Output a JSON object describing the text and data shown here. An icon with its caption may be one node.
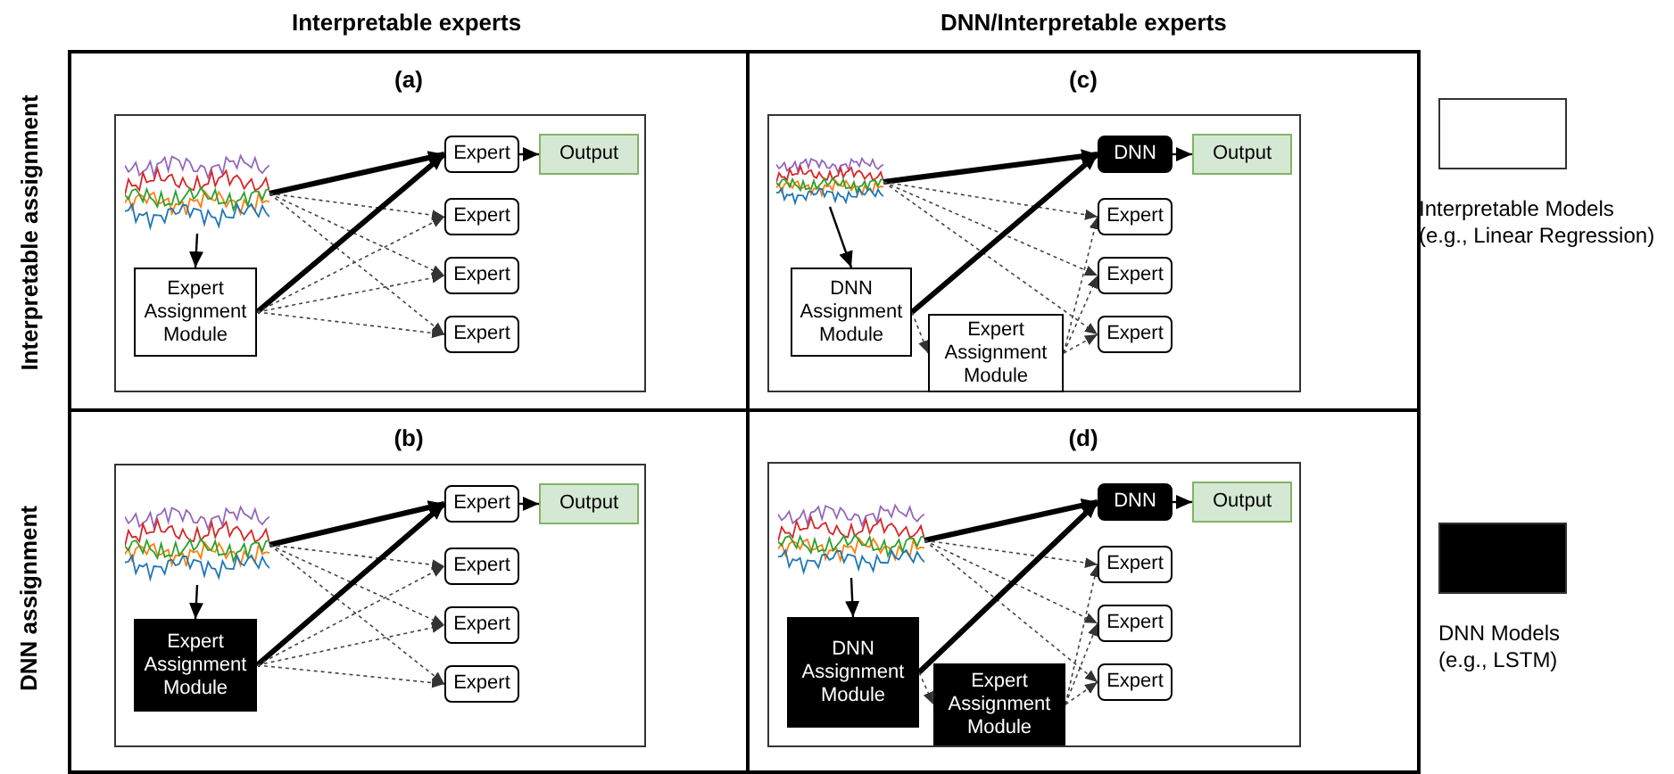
{
  "diagram": {
    "nodes": [
      {
        "text": [
          "(a)"
        ]
      },
      {
        "text": [],
        "shape": "box",
        "in": 0
      },
      {
        "text": [],
        "shape": "picture",
        "in": 1
      },
      {
        "text": [
          "Expert"
        ],
        "in": 1
      },
      {
        "text": [
          "Output"
        ],
        "in": 1
      },
      {
        "text": [
          "Expert"
        ],
        "in": 1
      },
      {
        "text": [
          "Expert"
        ],
        "in": 1
      },
      {
        "text": [
          "Expert"
        ],
        "in": 1
      },
      {
        "text": [
          "Expert Assignment Module"
        ],
        "in": 1
      },
      {
        "text": [
          "(c)"
        ]
      },
      {
        "text": [],
        "shape": "box",
        "in": 9
      },
      {
        "text": [],
        "shape": "picture",
        "in": 10
      },
      {
        "text": [
          "DNN"
        ],
        "in": 10
      },
      {
        "text": [
          "Output"
        ],
        "in": 10
      },
      {
        "text": [
          "Expert"
        ],
        "in": 10
      },
      {
        "text": [
          "Expert"
        ],
        "in": 10
      },
      {
        "text": [
          "Expert"
        ],
        "in": 10
      },
      {
        "text": [
          "DNN Assignment Module"
        ],
        "in": 10
      },
      {
        "text": [
          "Expert Assignment Module"
        ],
        "in": 10
      },
      {
        "text": [
          "(b)"
        ]
      },
      {
        "text": [],
        "shape": "box",
        "in": 19
      },
      {
        "text": [],
        "shape": "picture",
        "in": 20
      },
      {
        "text": [
          "Expert"
        ],
        "in": 20
      },
      {
        "text": [
          "Output"
        ],
        "in": 20
      },
      {
        "text": [
          "Expert"
        ],
        "in": 20
      },
      {
        "text": [
          "Expert"
        ],
        "in": 20
      },
      {
        "text": [
          "Expert"
        ],
        "in": 20
      },
      {
        "text": [
          "Expert Assignment Module"
        ],
        "in": 20
      },
      {
        "text": [
          "(d)"
        ]
      },
      {
        "text": [],
        "shape": "box",
        "in": 28
      },
      {
        "text": [],
        "shape": "picture",
        "in": 29
      },
      {
        "text": [
          "DNN"
        ],
        "in": 29
      },
      {
        "text": [
          "Output"
        ],
        "in": 29
      },
      {
        "text": [
          "Expert"
        ],
        "in": 29
      },
      {
        "text": [
          "Expert"
        ],
        "in": 29
      },
      {
        "text": [
          "Expert"
        ],
        "in": 29
      },
      {
        "text": [
          "DNN Assignment Module"
        ],
        "in": 29
      },
      {
        "text": [
          "Expert Assignment Module"
        ],
        "in": 29
      }
    ],
    "edges": [
      {
        "from": 2,
        "to": 8,
        "arrow": "to"
      },
      {
        "from": 2,
        "to": 3,
        "arrow": "to",
        "style": "thick"
      },
      {
        "from": 2,
        "to": 5,
        "arrow": "to",
        "style": "dashed"
      },
      {
        "from": 2,
        "to": 6,
        "arrow": "to",
        "style": "dashed"
      },
      {
        "from": 2,
        "to": 7,
        "arrow": "to",
        "style": "dashed"
      },
      {
        "from": 8,
        "to": 3,
        "arrow": "to",
        "style": "thick"
      },
      {
        "from": 8,
        "to": 5,
        "arrow": "to",
        "style": "dashed"
      },
      {
        "from": 8,
        "to": 6,
        "arrow": "to",
        "style": "dashed"
      },
      {
        "from": 8,
        "to": 7,
        "arrow": "to",
        "style": "dashed"
      },
      {
        "from": 3,
        "to": 4,
        "arrow": "to"
      },
      {
        "from": 11,
        "to": 17,
        "arrow": "to"
      },
      {
        "from": 11,
        "to": 12,
        "arrow": "to",
        "style": "thick"
      },
      {
        "from": 11,
        "to": 14,
        "arrow": "to",
        "style": "dashed"
      },
      {
        "from": 11,
        "to": 15,
        "arrow": "to",
        "style": "dashed"
      },
      {
        "from": 11,
        "to": 16,
        "arrow": "to",
        "style": "dashed"
      },
      {
        "from": 17,
        "to": 12,
        "arrow": "to",
        "style": "thick"
      },
      {
        "from": 17,
        "to": 18,
        "arrow": "to",
        "style": "dashed"
      },
      {
        "from": 18,
        "to": 14,
        "arrow": "to",
        "style": "dashed"
      },
      {
        "from": 18,
        "to": 15,
        "arrow": "to",
        "style": "dashed"
      },
      {
        "from": 18,
        "to": 16,
        "arrow": "to",
        "style": "dashed"
      },
      {
        "from": 12,
        "to": 13,
        "arrow": "to"
      },
      {
        "from": 21,
        "to": 27,
        "arrow": "to"
      },
      {
        "from": 21,
        "to": 22,
        "arrow": "to",
        "style": "thick"
      },
      {
        "from": 21,
        "to": 24,
        "arrow": "to",
        "style": "dashed"
      },
      {
        "from": 21,
        "to": 25,
        "arrow": "to",
        "style": "dashed"
      },
      {
        "from": 21,
        "to": 26,
        "arrow": "to",
        "style": "dashed"
      },
      {
        "from": 27,
        "to": 22,
        "arrow": "to",
        "style": "thick"
      },
      {
        "from": 27,
        "to": 24,
        "arrow": "to",
        "style": "dashed"
      },
      {
        "from": 27,
        "to": 25,
        "arrow": "to",
        "style": "dashed"
      },
      {
        "from": 27,
        "to": 26,
        "arrow": "to",
        "style": "dashed"
      },
      {
        "from": 22,
        "to": 23,
        "arrow": "to"
      },
      {
        "from": 30,
        "to": 36,
        "arrow": "to"
      },
      {
        "from": 30,
        "to": 31,
        "arrow": "to",
        "style": "thick"
      },
      {
        "from": 30,
        "to": 33,
        "arrow": "to",
        "style": "dashed"
      },
      {
        "from": 30,
        "to": 34,
        "arrow": "to",
        "style": "dashed"
      },
      {
        "from": 30,
        "to": 35,
        "arrow": "to",
        "style": "dashed"
      },
      {
        "from": 36,
        "to": 31,
        "arrow": "to",
        "style": "thick"
      },
      {
        "from": 36,
        "to": 37,
        "arrow": "to",
        "style": "dashed"
      },
      {
        "from": 37,
        "to": 33,
        "arrow": "to",
        "style": "dashed"
      },
      {
        "from": 37,
        "to": 34,
        "arrow": "to",
        "style": "dashed"
      },
      {
        "from": 37,
        "to": 35,
        "arrow": "to",
        "style": "dashed"
      },
      {
        "from": 31,
        "to": 32,
        "arrow": "to"
      }
    ],
    "labels": [
      "Interpretable experts",
      "DNN/Interpretable experts",
      "Interpretable assignment",
      "DNN assignment"
    ],
    "legend": [
      {
        "text": "Interpretable Models (e.g., Linear Regression)",
        "color": "#ffffff"
      },
      {
        "text": "DNN Models (e.g., LSTM)",
        "color": "#000000"
      }
    ]
  }
}
